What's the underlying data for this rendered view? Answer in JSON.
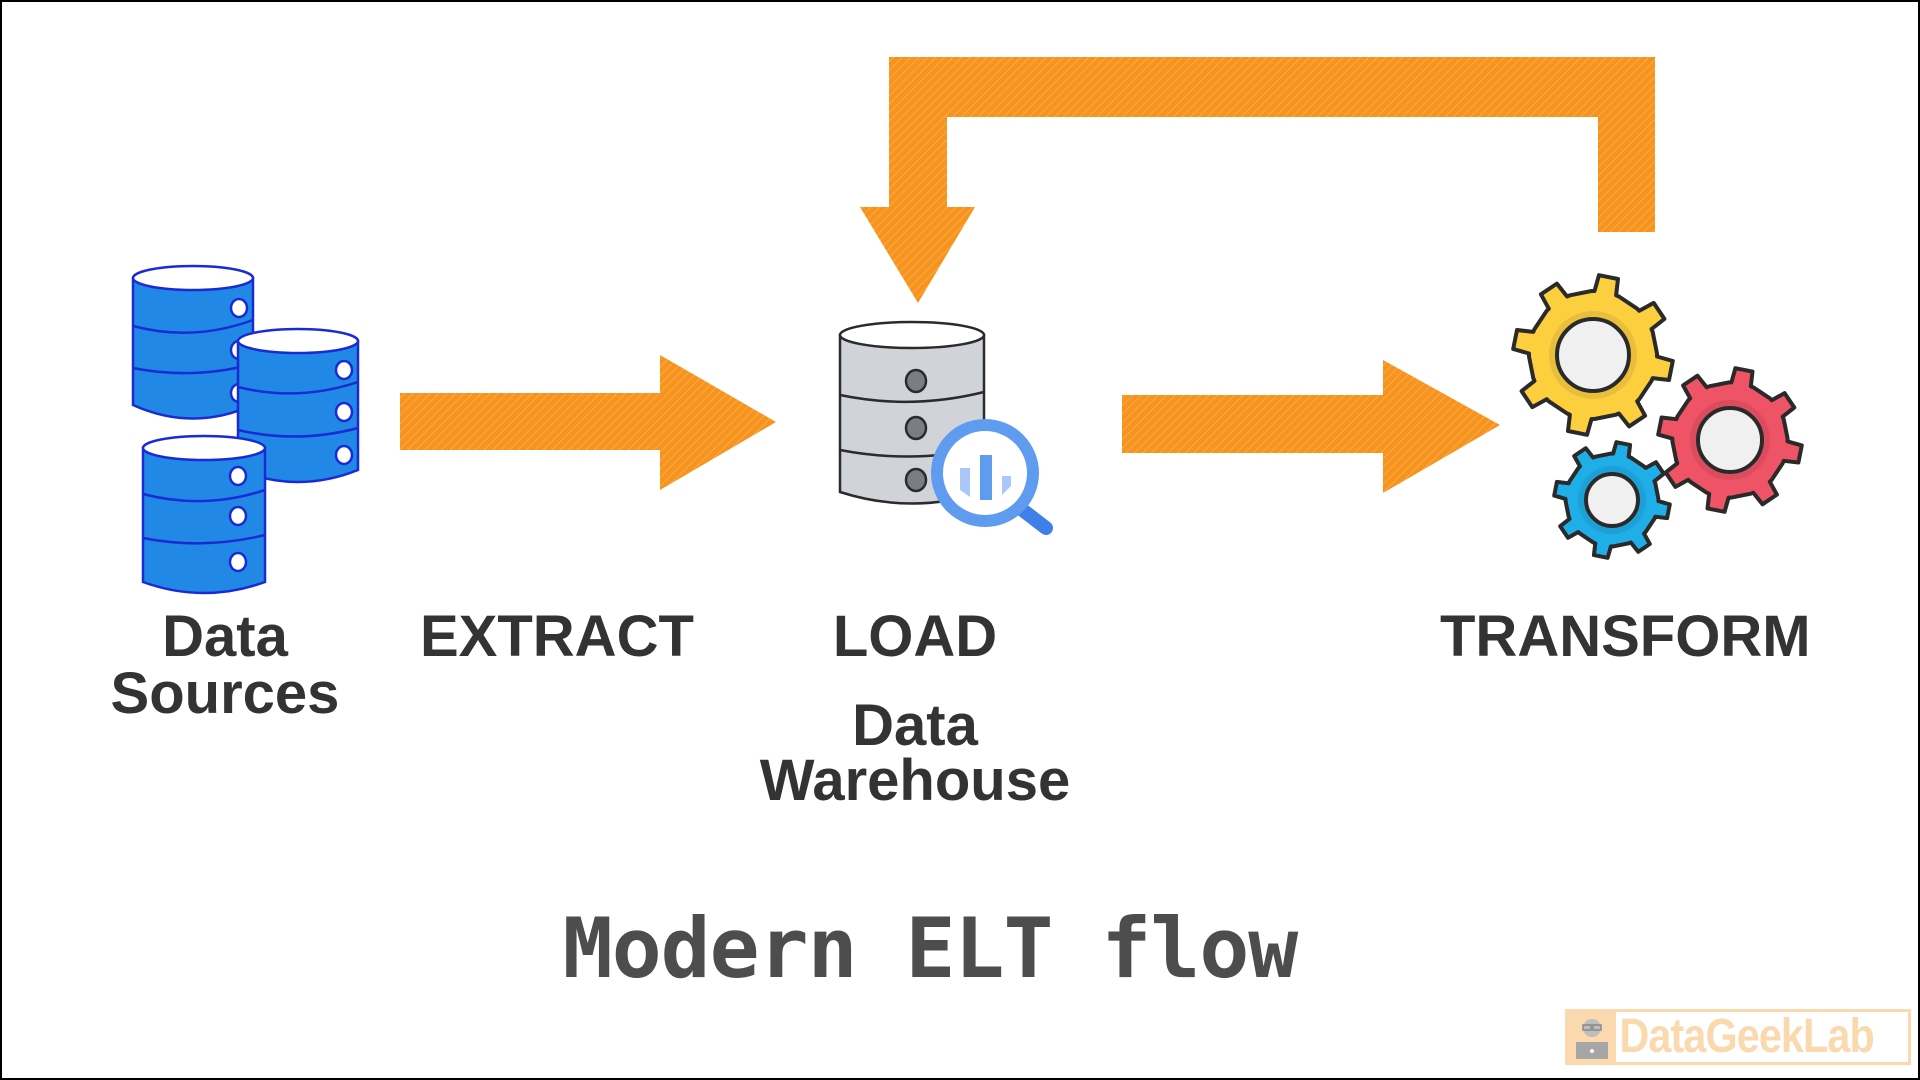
{
  "diagram": {
    "title": "Modern ELT flow",
    "nodes": [
      {
        "id": "sources",
        "label_line1": "Data",
        "label_line2": "Sources",
        "icon": "database-stack-icon"
      },
      {
        "id": "warehouse",
        "stage": "LOAD",
        "label_line1": "Data",
        "label_line2": "Warehouse",
        "icon": "data-warehouse-search-icon"
      },
      {
        "id": "transform",
        "stage": "TRANSFORM",
        "icon": "gears-icon"
      }
    ],
    "edges": [
      {
        "from": "sources",
        "to": "warehouse",
        "label": "EXTRACT"
      },
      {
        "from": "warehouse",
        "to": "transform",
        "label": ""
      },
      {
        "from": "transform",
        "to": "warehouse",
        "label": "",
        "style": "loop-back"
      }
    ],
    "colors": {
      "arrow": "#f7941d",
      "source_db_fill": "#2188e6",
      "source_db_stroke": "#1a2bd4",
      "warehouse_fill": "#d0d4d9",
      "magnifier": "#4a8af4",
      "gear_yellow": "#fccf3f",
      "gear_red": "#ee5366",
      "gear_blue": "#1faee8",
      "text": "#333333",
      "title_text": "#4d4d4d",
      "logo": "#fad9ae"
    }
  },
  "labels": {
    "sources_line1": "Data",
    "sources_line2": "Sources",
    "extract": "EXTRACT",
    "load": "LOAD",
    "warehouse_line1": "Data",
    "warehouse_line2": "Warehouse",
    "transform": "TRANSFORM"
  },
  "footer": {
    "title": "Modern ELT flow",
    "logo_text": "DataGeekLab"
  }
}
